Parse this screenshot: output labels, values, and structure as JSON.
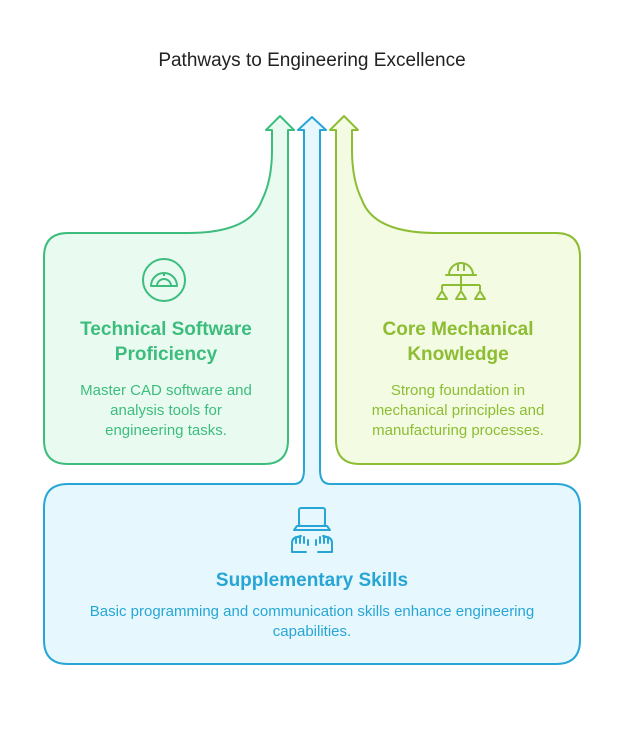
{
  "title": "Pathways to Engineering Excellence",
  "colors": {
    "green": "#3dbd7d",
    "green_fill": "#e9fbf1",
    "lime": "#8cbd33",
    "lime_fill": "#f4fbe3",
    "blue": "#27a6d6",
    "blue_fill": "#e6f7fd"
  },
  "cards": {
    "technical": {
      "icon": "protractor-icon",
      "heading_1": "Technical Software",
      "heading_2": "Proficiency",
      "desc_1": "Master CAD software and",
      "desc_2": "analysis tools for",
      "desc_3": "engineering tasks."
    },
    "mechanical": {
      "icon": "hardhat-hierarchy-icon",
      "heading_1": "Core Mechanical",
      "heading_2": "Knowledge",
      "desc_1": "Strong foundation in",
      "desc_2": "mechanical principles and",
      "desc_3": "manufacturing processes."
    },
    "supplementary": {
      "icon": "laptop-typing-icon",
      "heading": "Supplementary Skills",
      "desc_1": "Basic programming and communication skills enhance engineering",
      "desc_2": "capabilities."
    }
  }
}
